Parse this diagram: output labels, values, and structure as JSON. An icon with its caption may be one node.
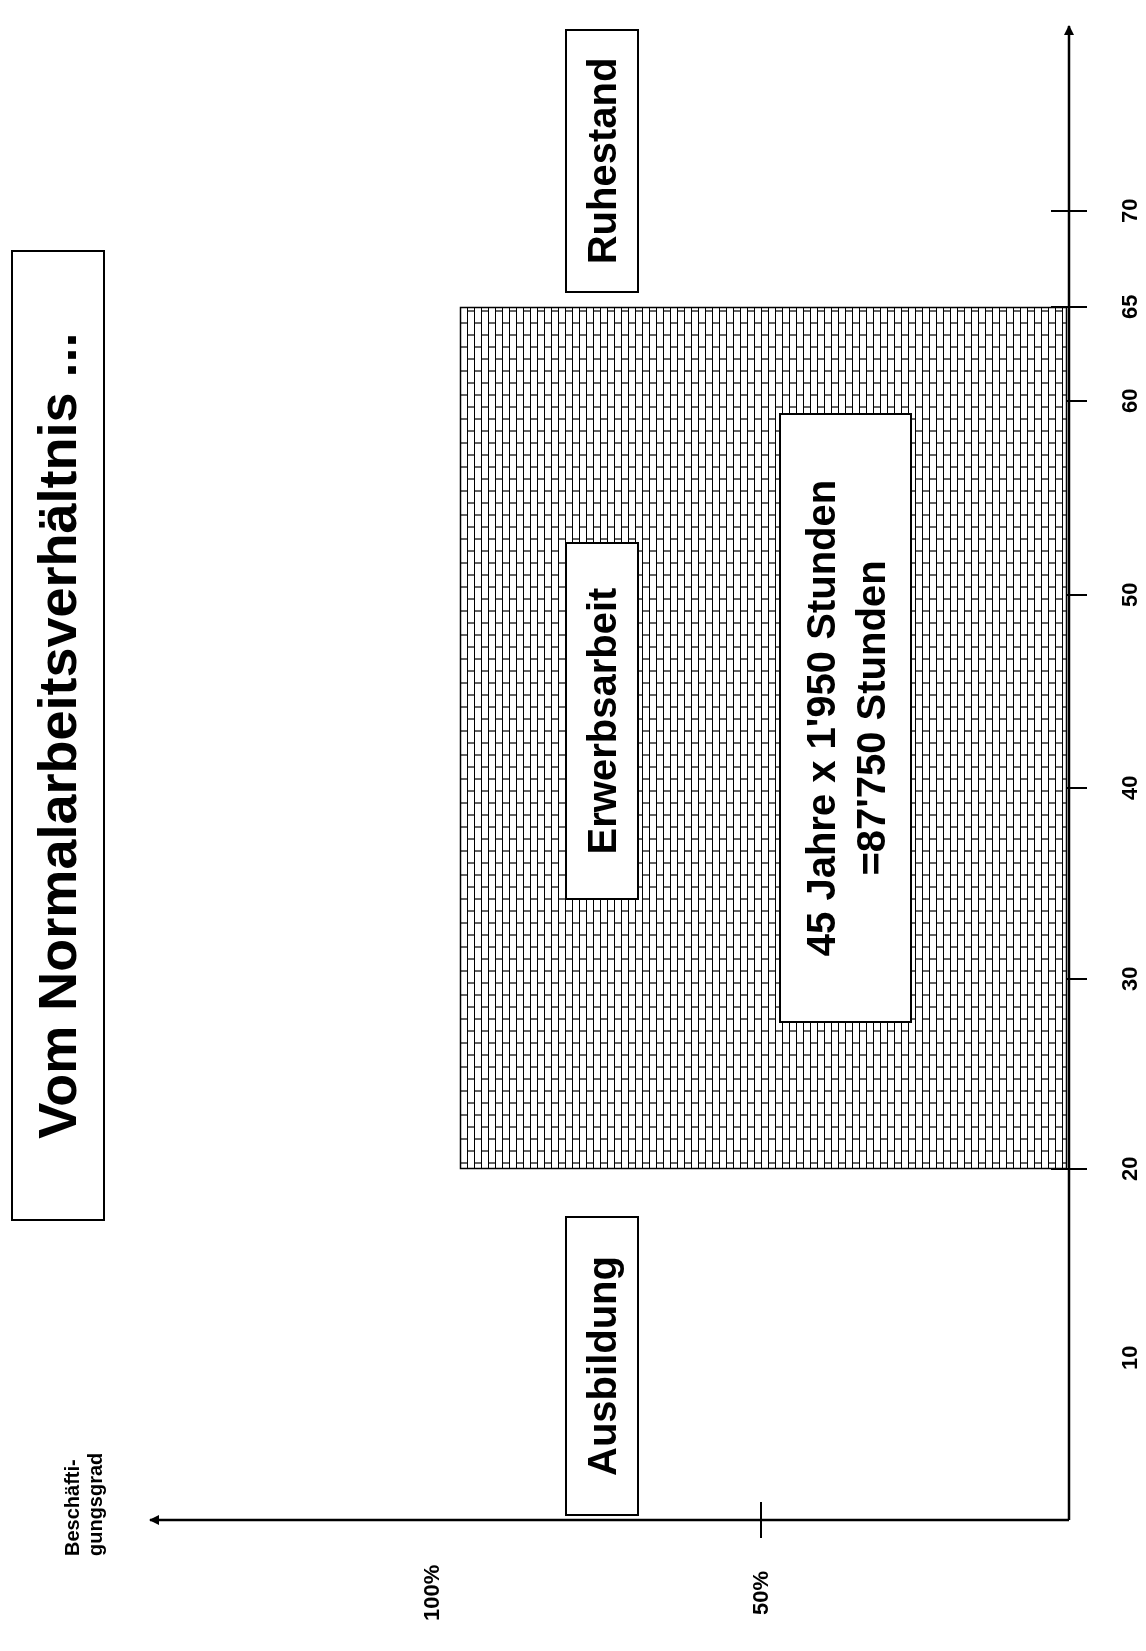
{
  "diagram": {
    "nodes": [
      {
        "text": [
          "Vom Normalarbeitsverhältnis ..."
        ]
      },
      {
        "text": [
          "Ausbildung"
        ]
      },
      {
        "text": [],
        "shape": "box"
      },
      {
        "text": [
          "Erwerbsarbeit"
        ],
        "in": 2
      },
      {
        "text": [
          "45 Jahre x 1'950 Stunden =87'750 Stunden"
        ],
        "in": 2
      },
      {
        "text": [
          "Ruhestand"
        ]
      }
    ],
    "edges": [],
    "labels": [
      "Beschäfti- gungsgrad",
      "100%",
      "50%",
      "10",
      "20",
      "30",
      "40",
      "50",
      "60",
      "65",
      "70"
    ]
  }
}
